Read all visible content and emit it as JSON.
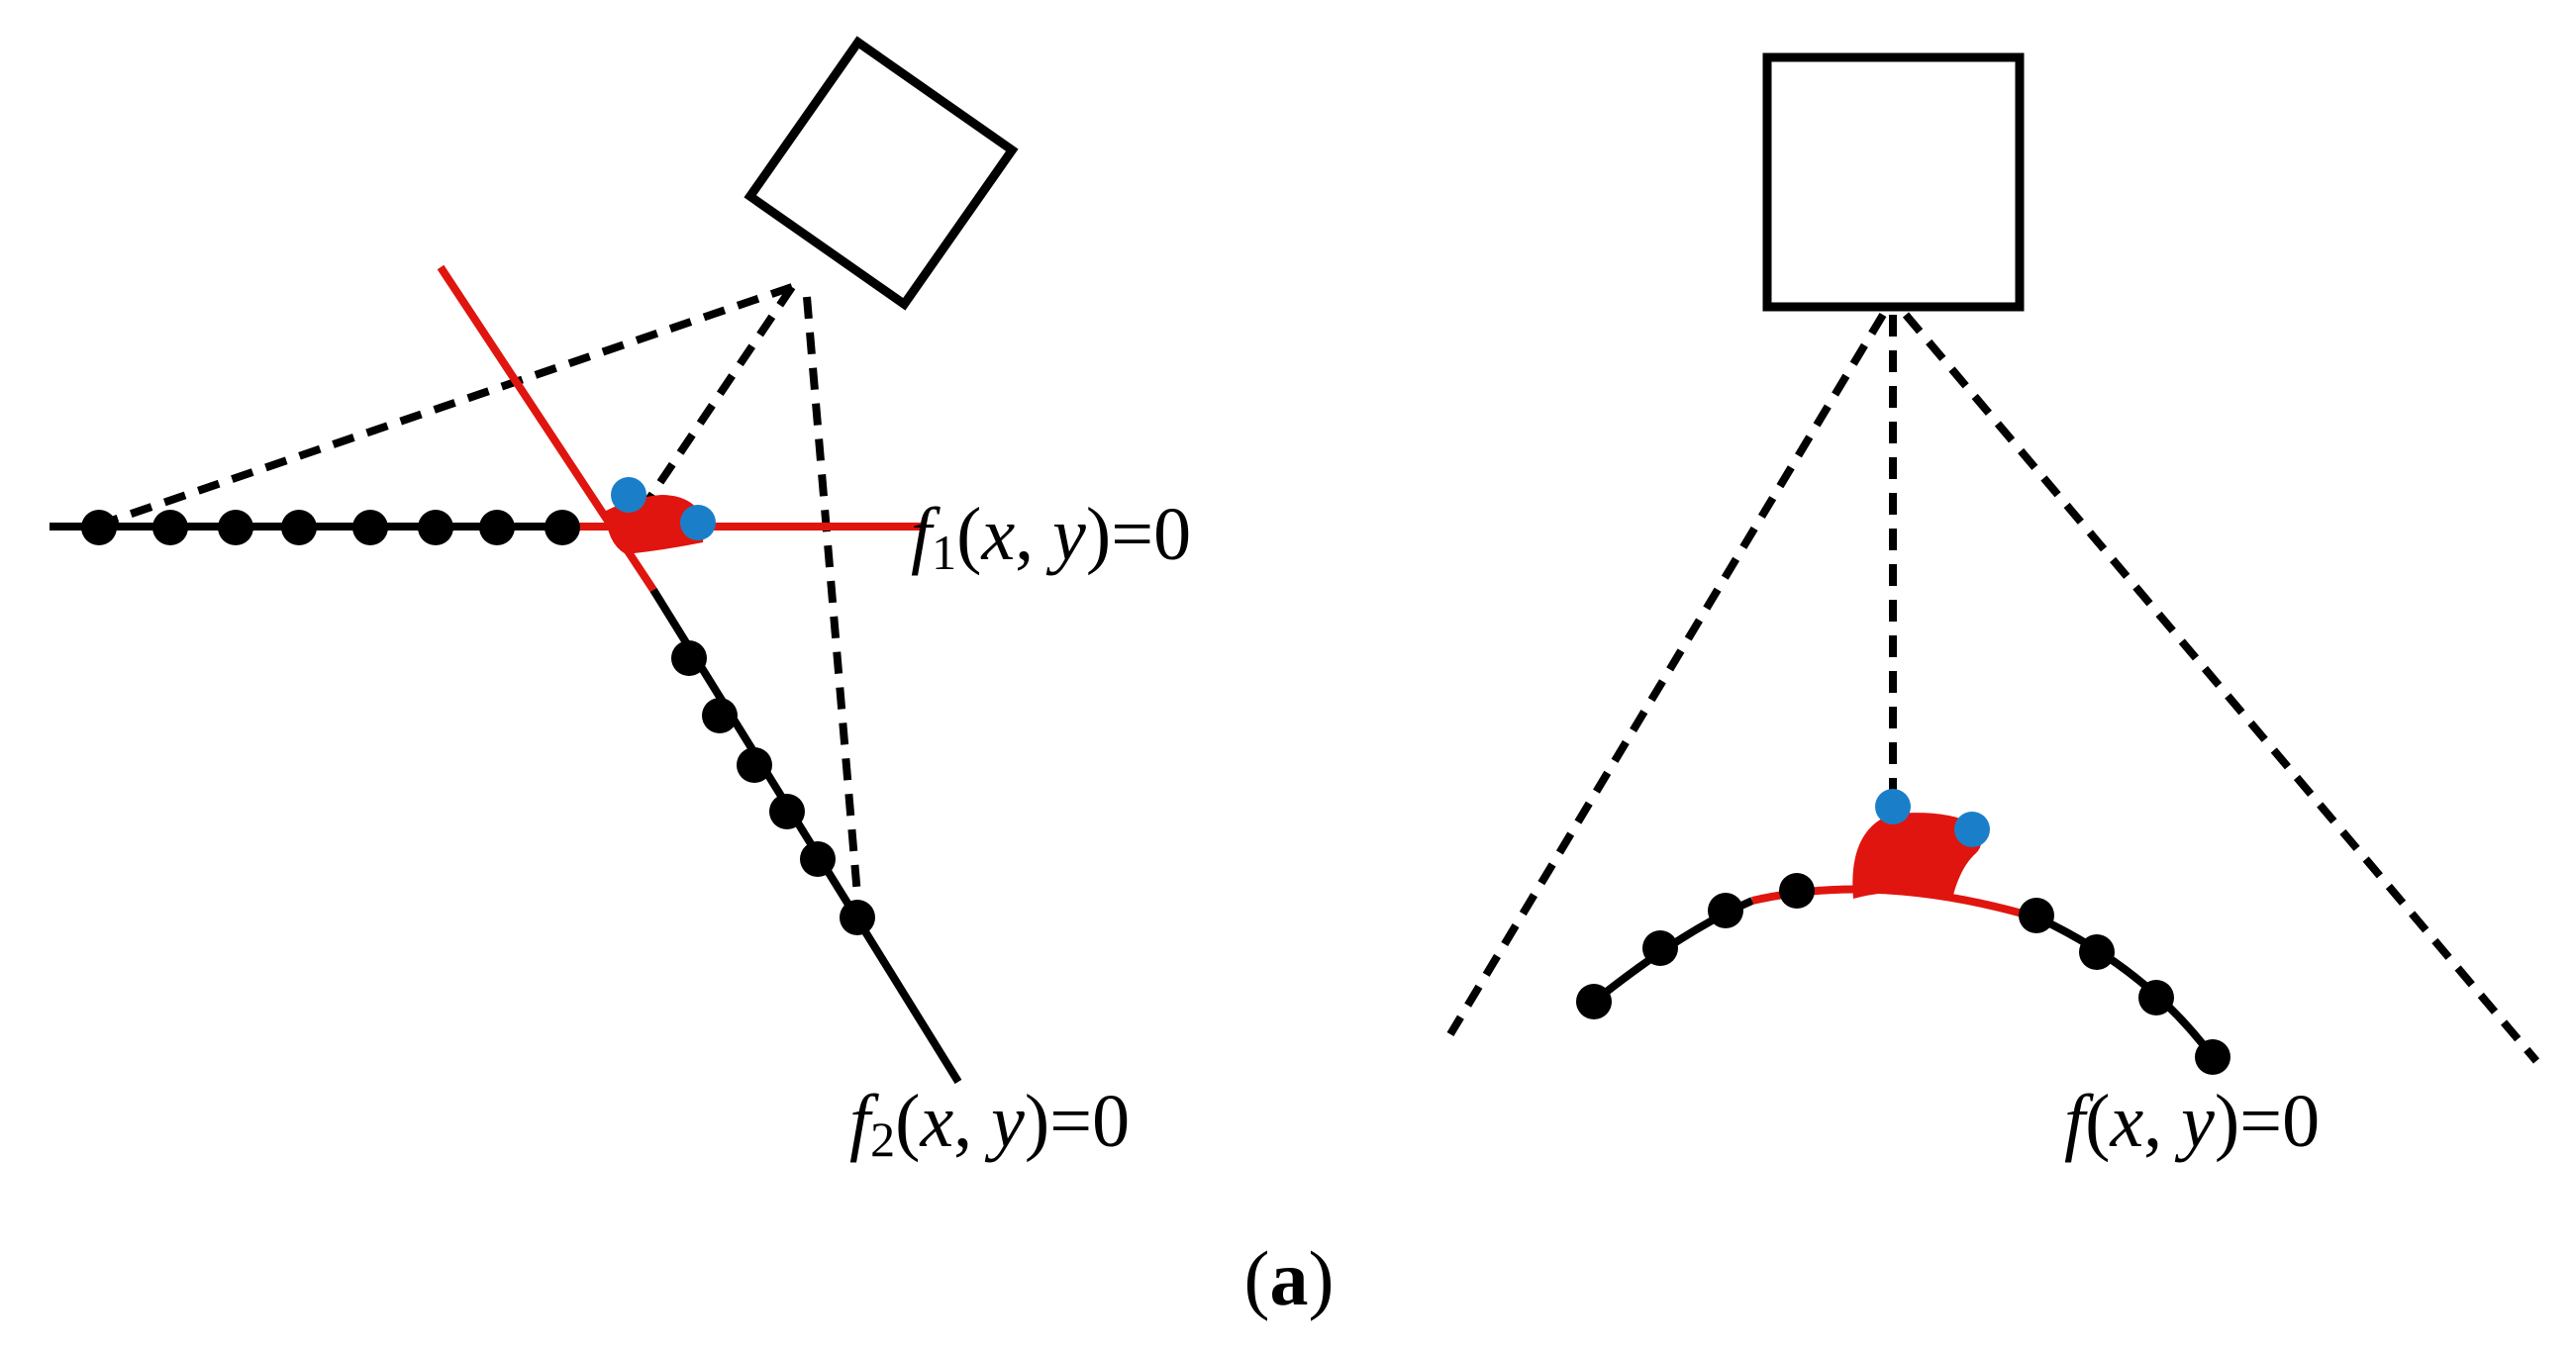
{
  "colors": {
    "ink": "#000000",
    "surface": "#e0150f",
    "laser": "#1a7fc8",
    "background": "#ffffff"
  },
  "labels": {
    "f1": {
      "func": "f",
      "sub": "1",
      "args_open": "(",
      "x": "x",
      "comma": ", ",
      "y": "y",
      "args_close": ")=0"
    },
    "f2": {
      "func": "f",
      "sub": "2",
      "args_open": "(",
      "x": "x",
      "comma": ", ",
      "y": "y",
      "args_close": ")=0"
    },
    "f": {
      "func": "f",
      "args_open": "(",
      "x": "x",
      "comma": ", ",
      "y": "y",
      "args_close": ")=0"
    }
  },
  "caption": {
    "open": "(",
    "letter": "a",
    "close": ")"
  },
  "icons": {
    "sensor_left": "rotated-square-sensor-icon",
    "sensor_right": "square-sensor-icon"
  }
}
